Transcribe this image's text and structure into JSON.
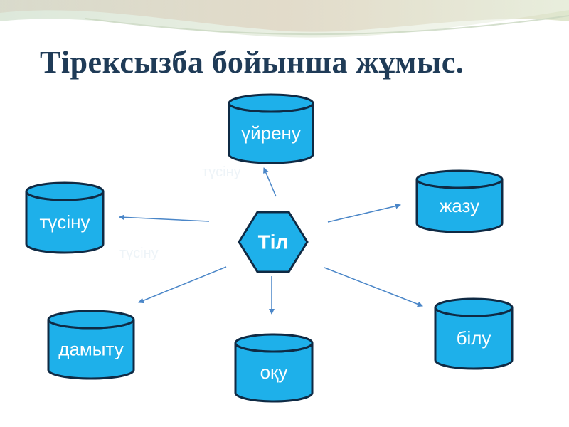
{
  "title": "Тірексызба бойынша жұмыс.",
  "center": {
    "label": "Тіл"
  },
  "nodes": [
    {
      "id": "uirenu",
      "label": "үйрену"
    },
    {
      "id": "zhazu",
      "label": "жазу"
    },
    {
      "id": "bilu",
      "label": "білу"
    },
    {
      "id": "oku",
      "label": "оқу"
    },
    {
      "id": "damytu",
      "label": "дамыту"
    },
    {
      "id": "tusinu",
      "label": "түсіну"
    }
  ],
  "ghost_text": [
    "түсіну",
    "түсіну"
  ],
  "colors": {
    "cylinder_fill": "#1eb0ea",
    "cylinder_stroke": "#0f2a44",
    "hexagon_fill": "#1eb0ea",
    "arrow": "#4a86c8",
    "title": "#1f3b57"
  }
}
